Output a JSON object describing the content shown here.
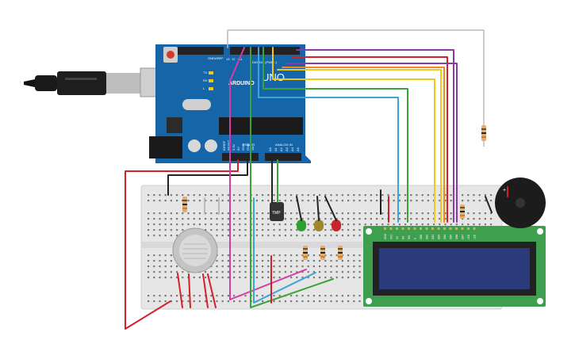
{
  "arduino": {
    "brand": "ARDUINO",
    "model": "UNO",
    "label_digital": "DIGITAL (PWM~)",
    "label_power": "POWER",
    "label_analog": "ANALOG IN",
    "label_aref": "AREF",
    "label_gnd": "GND",
    "pin_13": "13",
    "pin_12": "12",
    "pin_11": "~11",
    "label_tx": "TX",
    "label_rx": "RX",
    "label_l": "L",
    "power_pins": [
      "IOREF",
      "RESET",
      "3.3V",
      "5V",
      "GND",
      "GND",
      "Vin"
    ],
    "analog_pins": [
      "A0",
      "A1",
      "A2",
      "A3",
      "A4",
      "A5"
    ]
  },
  "sensor": {
    "label": "TMP"
  },
  "lcd": {
    "pin_labels": [
      "GND",
      "VCC",
      "V0",
      "RS",
      "RW",
      "E",
      "DB0",
      "DB1",
      "DB2",
      "DB3",
      "DB4",
      "DB5",
      "DB6",
      "DB7",
      "LED",
      "LED"
    ]
  },
  "colors": {
    "arduino_blue": "#1565a8",
    "breadboard": "#e6e6e6",
    "lcd_green": "#3e9f4e",
    "lcd_screen": "#2a3a7a",
    "wire_red": "#d4202a",
    "wire_black": "#222222",
    "wire_purple": "#8a3aa6",
    "wire_orange": "#f08a1c",
    "wire_yellow": "#f0c81a",
    "wire_green": "#3aa33a",
    "wire_blue": "#3aa6d8",
    "wire_pink": "#d83aa6",
    "wire_white": "#bbbbbb"
  }
}
